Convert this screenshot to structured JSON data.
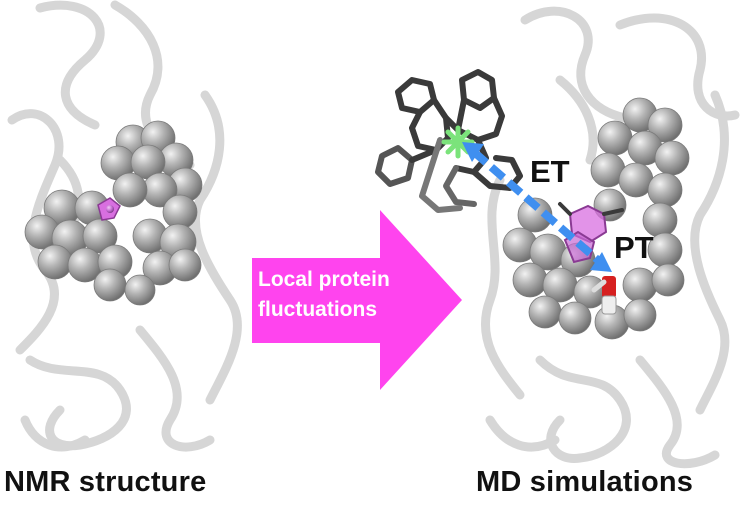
{
  "captions": {
    "left": "NMR structure",
    "right": "MD simulations"
  },
  "arrow": {
    "line1": "Local protein",
    "line2": "fluctuations",
    "color": "#ff44ee"
  },
  "labels": {
    "electron_transfer": "ET",
    "proton_transfer": "PT"
  },
  "colors": {
    "ribbon": "#cfcfcf",
    "sphere": "#9e9e9e",
    "ligand": "#3a3a3a",
    "metal_center": "#7be37b",
    "tyrosine": "#c875d6",
    "transfer_path": "#3f8ff0",
    "oxygen": "#d62020"
  }
}
